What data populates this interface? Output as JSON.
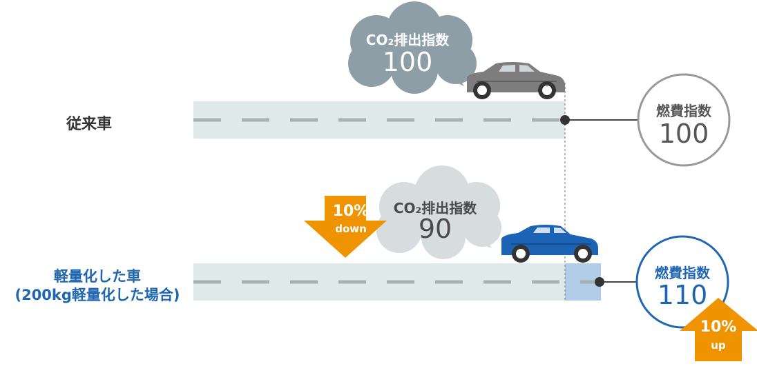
{
  "rows": {
    "conventional_label": "従来車",
    "lightweight_label_line1": "軽量化した車",
    "lightweight_label_line2": "(200kg軽量化した場合)"
  },
  "co2_cloud_conventional": {
    "label": "CO₂排出指数",
    "value": "100"
  },
  "co2_cloud_lightweight": {
    "label": "CO₂排出指数",
    "value": "90"
  },
  "fuel_circle_conventional": {
    "label": "燃費指数",
    "value": "100"
  },
  "fuel_circle_lightweight": {
    "label": "燃費指数",
    "value": "110"
  },
  "down_arrow": {
    "percent": "10%",
    "word": "down"
  },
  "up_arrow": {
    "percent": "10%",
    "word": "up"
  },
  "colors": {
    "road": "#dfe9ea",
    "road_dash": "#a7b0b2",
    "cloud_gray": "#8d9ea6",
    "cloud_light": "#d7dcdf",
    "accent_blue": "#1f66b0",
    "extension_blue": "#b0cce7",
    "arrow_orange": "#ef9400",
    "circle_gray": "#999999",
    "car_gray": "#7d7d7d",
    "car_blue": "#1d63b5"
  }
}
